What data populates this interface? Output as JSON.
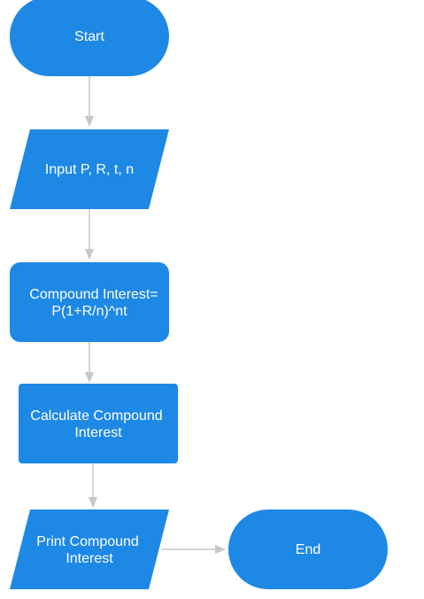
{
  "diagram": {
    "colors": {
      "node_fill": "#1e88e5",
      "node_text": "#ffffff",
      "connector": "#c7c7c7"
    },
    "nodes": {
      "start": {
        "shape": "terminator",
        "line1": "Start"
      },
      "input": {
        "shape": "parallelogram",
        "line1": "Input P, R, t, n"
      },
      "formula": {
        "shape": "rounded-rectangle",
        "line1": "Compound Interest=",
        "line2": "P(1+R/n)^nt"
      },
      "calculate": {
        "shape": "rectangle",
        "line1": "Calculate Compound",
        "line2": "Interest"
      },
      "print": {
        "shape": "parallelogram",
        "line1": "Print Compound",
        "line2": "Interest"
      },
      "end": {
        "shape": "terminator",
        "line1": "End"
      }
    },
    "edges": [
      {
        "from": "start",
        "to": "input"
      },
      {
        "from": "input",
        "to": "formula"
      },
      {
        "from": "formula",
        "to": "calculate"
      },
      {
        "from": "calculate",
        "to": "print"
      },
      {
        "from": "print",
        "to": "end"
      }
    ]
  }
}
